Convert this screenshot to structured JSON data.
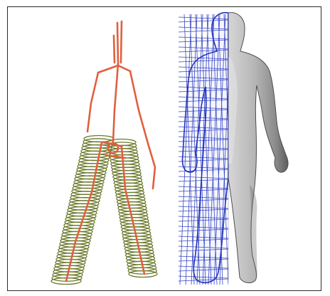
{
  "figure": {
    "panels": [
      {
        "name": "skeleton-with-coils",
        "skeleton_color": "#e0603e",
        "coil_color": "#6b7a2c"
      },
      {
        "name": "wireframe-half",
        "wire_color": "#2233bb"
      },
      {
        "name": "shaded-half",
        "shade_color": "#a8a8a8"
      }
    ],
    "border_color": "#2a2a2a",
    "background_color": "#ffffff"
  }
}
